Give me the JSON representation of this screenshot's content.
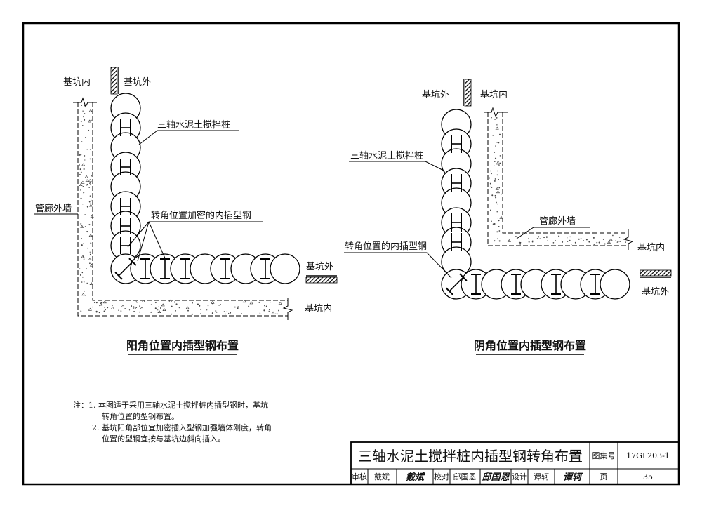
{
  "left_diagram": {
    "label_pit_inside": "基坑内",
    "label_pit_outside": "基坑外",
    "label_mixing_pile": "三轴水泥土搅拌桩",
    "label_corner_steel": "转角位置加密的内插型钢",
    "label_gallery_wall": "管廊外墙",
    "label_pit_outside_right": "基坑外",
    "label_pit_inside_right": "基坑内",
    "caption": "阳角位置内插型钢布置"
  },
  "right_diagram": {
    "label_pit_outside": "基坑外",
    "label_pit_inside": "基坑内",
    "label_mixing_pile": "三轴水泥土搅拌桩",
    "label_gallery_wall": "管廊外墙",
    "label_corner_steel": "转角位置的内插型钢",
    "label_pit_inside_right": "基坑内",
    "label_pit_outside_right": "基坑外",
    "caption": "阴角位置内插型钢布置"
  },
  "notes": {
    "line1": "注：1. 本图适于采用三轴水泥土搅拌桩内插型钢时，基坑",
    "line2": "转角位置的型钢布置。",
    "line3": "2. 基坑阳角部位宜加密插入型钢加强墙体刚度，转角",
    "line4": "位置的型钢宜按与基坑边斜向插入。"
  },
  "title_block": {
    "title": "三轴水泥土搅拌桩内插型钢转角布置",
    "atlas_label": "图集号",
    "atlas_no": "17GL203-1",
    "review_label": "审核",
    "reviewer": "戴斌",
    "reviewer_sig": "戴斌",
    "check_label": "校对",
    "checker": "邸国恩",
    "checker_sig": "邸国恩",
    "design_label": "设计",
    "designer": "谭轲",
    "designer_sig": "谭轲",
    "page_label": "页",
    "page_no": "35"
  }
}
